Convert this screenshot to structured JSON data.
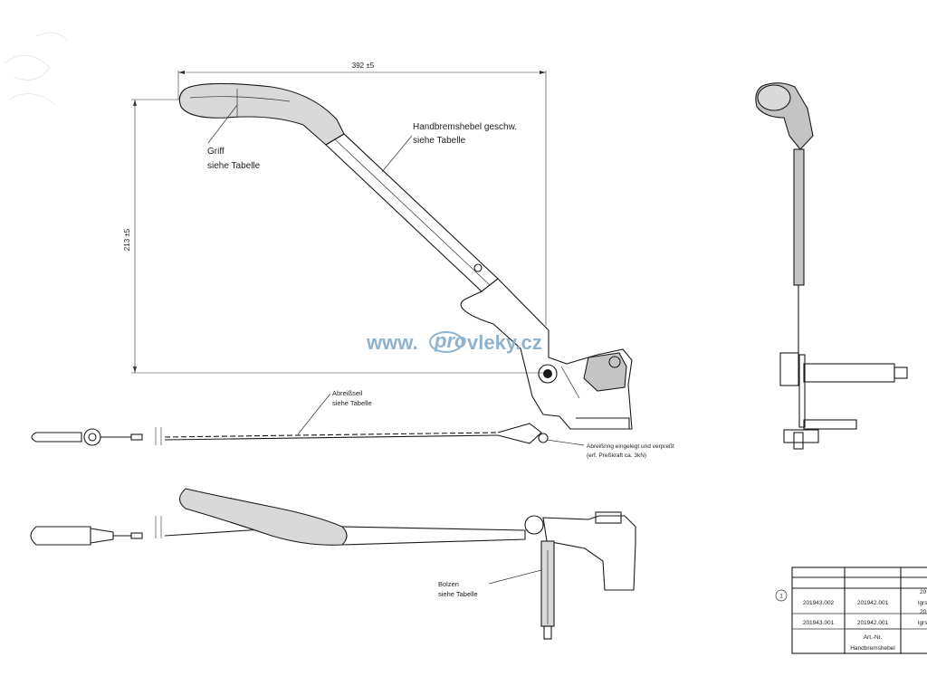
{
  "dimensions": {
    "width": "392 ±5",
    "height": "213 ±5"
  },
  "labels": {
    "griff": [
      "Griff",
      "siehe Tabelle"
    ],
    "handbremshebel": [
      "Handbremshebel geschw.",
      "siehe Tabelle"
    ],
    "abreissseil": [
      "Abreißseil",
      "siehe Tabelle"
    ],
    "abreissring": [
      "Abreißring eingelegt und verpreßt",
      "(erf. Preßkraft ca. 3kN)"
    ],
    "bolzen": [
      "Bolzen",
      "siehe Tabelle"
    ]
  },
  "watermark": {
    "prefix": "www.",
    "pro": "pro",
    "domain": "vleky.cz"
  },
  "table": {
    "marker": "1",
    "rows": [
      {
        "art_nr": "201943.002",
        "hebel": "201942.001",
        "extra": "lgrs",
        "extra_top": "20"
      },
      {
        "art_nr": "201943.001",
        "hebel": "201942.001",
        "extra": "lgrs",
        "extra_top": "20"
      }
    ],
    "header_art": "Art.-Nr.",
    "header_hebel": "Handbremshebel"
  }
}
